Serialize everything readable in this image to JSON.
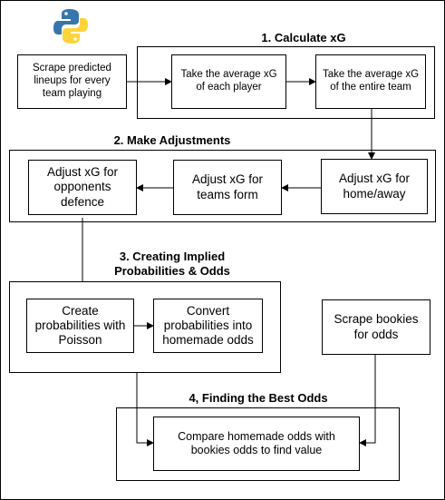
{
  "logo": {
    "name": "python-logo",
    "colors": {
      "blue": "#3776AB",
      "yellow": "#FFD43B"
    }
  },
  "stages": {
    "stage1": {
      "title": "1. Calculate xG"
    },
    "stage2": {
      "title": "2. Make Adjustments"
    },
    "stage3": {
      "title_line1": "3. Creating Implied",
      "title_line2": "Probabilities & Odds"
    },
    "stage4": {
      "title": "4, Finding the Best Odds"
    }
  },
  "nodes": {
    "scrape_lineups": "Scrape predicted lineups for every team playing",
    "avg_player": "Take the average xG of each player",
    "avg_team": "Take the average xG of the entire team",
    "adjust_home": "Adjust xG for home/away",
    "adjust_form": "Adjust xG for teams form",
    "adjust_opp": "Adjust xG for opponents defence",
    "create_prob": "Create probabilities with Poisson",
    "convert_odds": "Convert probabilities into homemade odds",
    "scrape_bookies": "Scrape bookies for odds",
    "compare": "Compare homemade odds with bookies odds to find value"
  }
}
